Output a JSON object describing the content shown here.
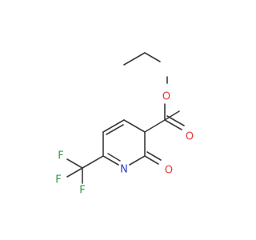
{
  "molecule": {
    "atoms": {
      "ester_o": {
        "symbol": "O",
        "color": "#e53935"
      },
      "carbonyl_o": {
        "symbol": "O",
        "color": "#e53935"
      },
      "ring_carbonyl_o": {
        "symbol": "O",
        "color": "#e53935"
      },
      "ring_n": {
        "symbol": "N",
        "color": "#2f3fc4"
      },
      "f_top": {
        "symbol": "F",
        "color": "#2e9e45"
      },
      "f_left": {
        "symbol": "F",
        "color": "#2e9e45"
      },
      "f_bottom": {
        "symbol": "F",
        "color": "#2e9e45"
      }
    },
    "bond_color": "#3a3a3a"
  }
}
